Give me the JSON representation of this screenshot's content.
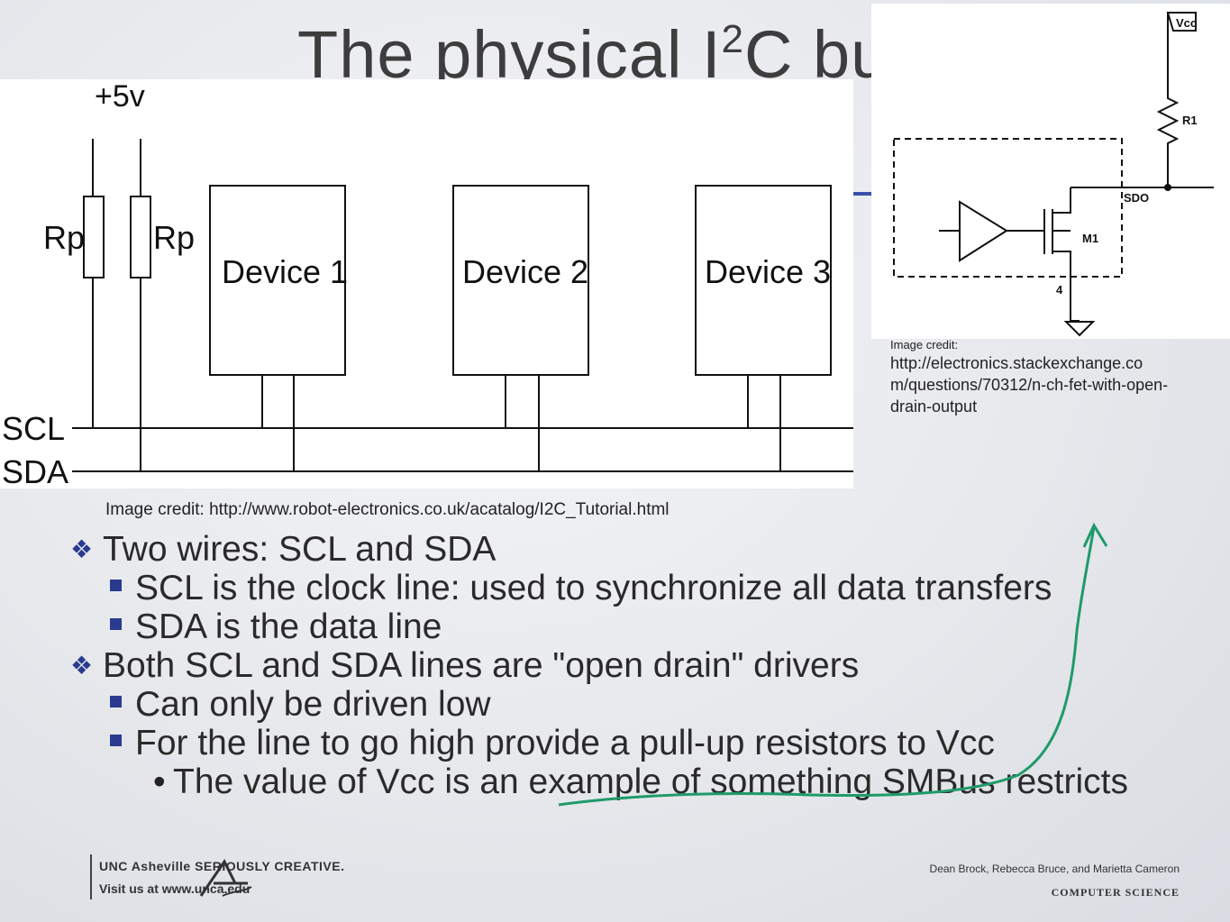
{
  "slide": {
    "title_main": "The physical I",
    "title_sup": "2",
    "title_tail": "C bus"
  },
  "diagram_main": {
    "supply_label": "+5v",
    "resistor_labels": [
      "Rp",
      "Rp"
    ],
    "devices": [
      "Device 1",
      "Device 2",
      "Device 3"
    ],
    "lines": [
      "SCL",
      "SDA"
    ]
  },
  "diagram_right": {
    "vcc_label": "Vcc",
    "resistor_label": "R1",
    "output_label": "SDO",
    "fet_label": "M1",
    "pin_label": "4"
  },
  "credits": {
    "main": "Image credit: http://www.robot-electronics.co.uk/acatalog/I2C_Tutorial.html",
    "right_prefix": "Image credit:",
    "right_url": "http://electronics.stackexchange.co m/questions/70312/n-ch-fet-with-open-drain-output"
  },
  "bullets": {
    "b1": "Two wires: SCL and SDA",
    "b1_sub1": "SCL is the clock line: used to synchronize all data transfers",
    "b1_sub2": "SDA is the data line",
    "b2": "Both SCL and SDA lines are \"open drain\" drivers",
    "b2_sub1": "Can only be driven low",
    "b2_sub2": "For the line to go high provide a pull-up resistors to Vcc",
    "b2_sub2_sub": "The value of Vcc is an example of something SMBus restricts"
  },
  "footer": {
    "logo_line1": "UNC Asheville  SERIOUSLY CREATIVE.",
    "logo_line2": "Visit us at www.unca.edu",
    "authors": "Dean Brock, Rebecca Bruce, and Marietta Cameron",
    "department": "COMPUTER SCIENCE"
  },
  "colors": {
    "accent": "#2a3b8f",
    "annotation": "#1f9a6a",
    "text": "#2a2a2a"
  }
}
